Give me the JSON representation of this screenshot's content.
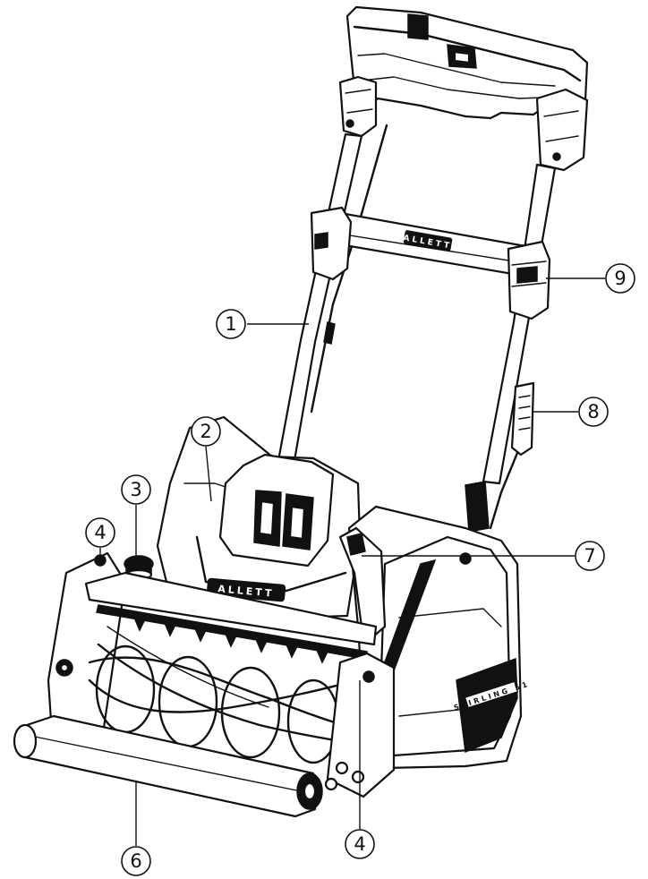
{
  "brand": {
    "logo_text": "ALLETT",
    "model_text": "STIRLING 51"
  },
  "callouts": [
    {
      "id": "handle",
      "label": "1"
    },
    {
      "id": "battery-cover",
      "label": "2"
    },
    {
      "id": "height-knob",
      "label": "3"
    },
    {
      "id": "side-plate-left",
      "label": "4"
    },
    {
      "id": "side-plate-right",
      "label": "4"
    },
    {
      "id": "front-roller",
      "label": "6"
    },
    {
      "id": "switch-lever",
      "label": "7"
    },
    {
      "id": "cable-lever",
      "label": "8"
    },
    {
      "id": "handle-clamp",
      "label": "9"
    }
  ]
}
